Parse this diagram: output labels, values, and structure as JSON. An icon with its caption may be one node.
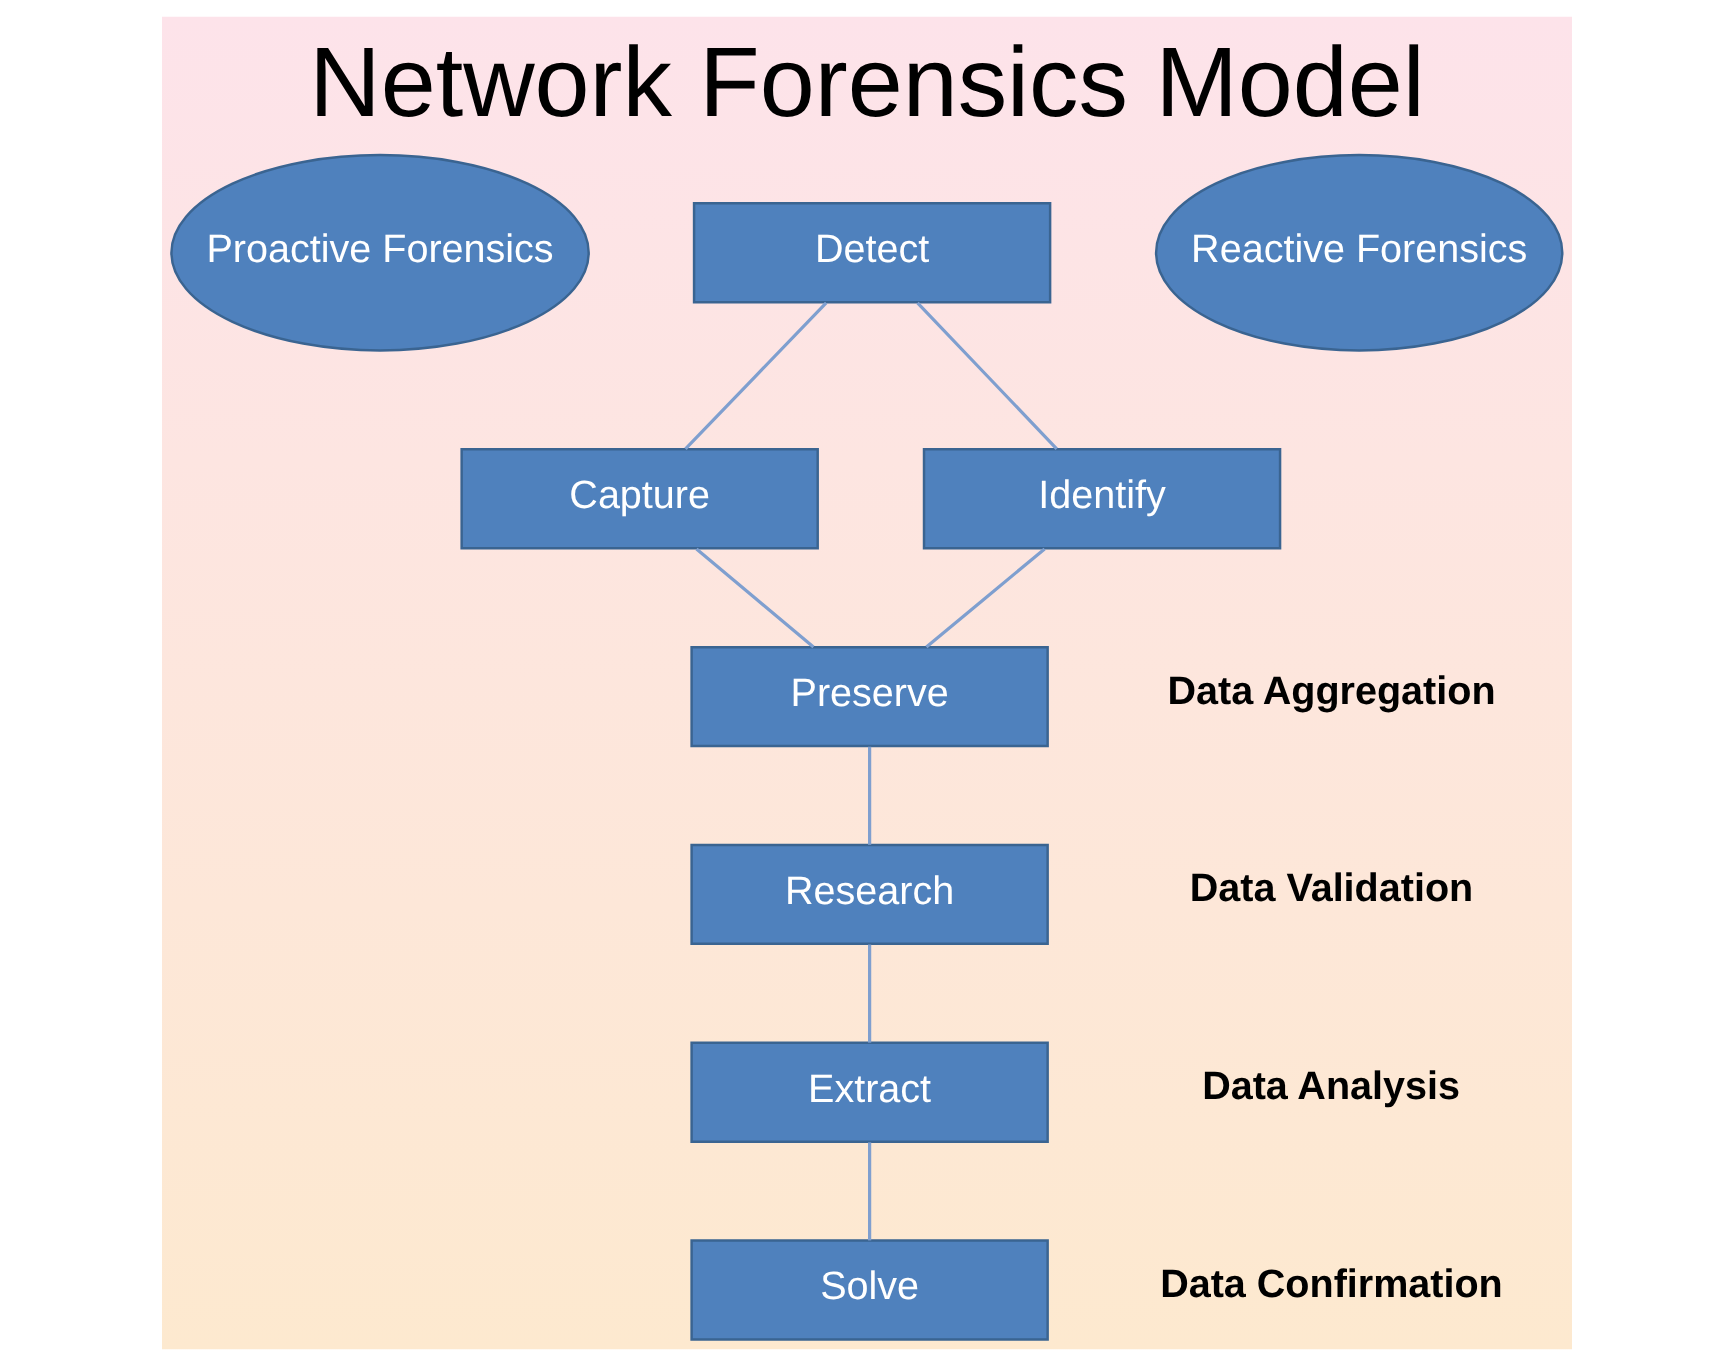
{
  "diagram": {
    "title": "Network Forensics Model",
    "nodes": [
      {
        "text": [
          "Proactive Forensics"
        ]
      },
      {
        "text": [
          "Detect"
        ]
      },
      {
        "text": [
          "Reactive Forensics"
        ]
      },
      {
        "text": [
          "Capture"
        ]
      },
      {
        "text": [
          "Identify"
        ]
      },
      {
        "text": [
          "Preserve"
        ],
        "beside": [
          "Data Aggregation"
        ]
      },
      {
        "text": [
          "Research"
        ],
        "beside": [
          "Data Validation"
        ]
      },
      {
        "text": [
          "Extract"
        ],
        "beside": [
          "Data Analysis"
        ]
      },
      {
        "text": [
          "Solve"
        ],
        "beside": [
          "Data Confirmation"
        ]
      }
    ],
    "edges": [
      {
        "from": 1,
        "to": 3,
        "arrow": "none"
      },
      {
        "from": 1,
        "to": 4,
        "arrow": "none"
      },
      {
        "from": 3,
        "to": 5,
        "arrow": "none"
      },
      {
        "from": 4,
        "to": 5,
        "arrow": "none"
      },
      {
        "from": 5,
        "to": 6,
        "arrow": "none"
      },
      {
        "from": 6,
        "to": 7,
        "arrow": "none"
      },
      {
        "from": 7,
        "to": 8,
        "arrow": "none"
      }
    ]
  }
}
